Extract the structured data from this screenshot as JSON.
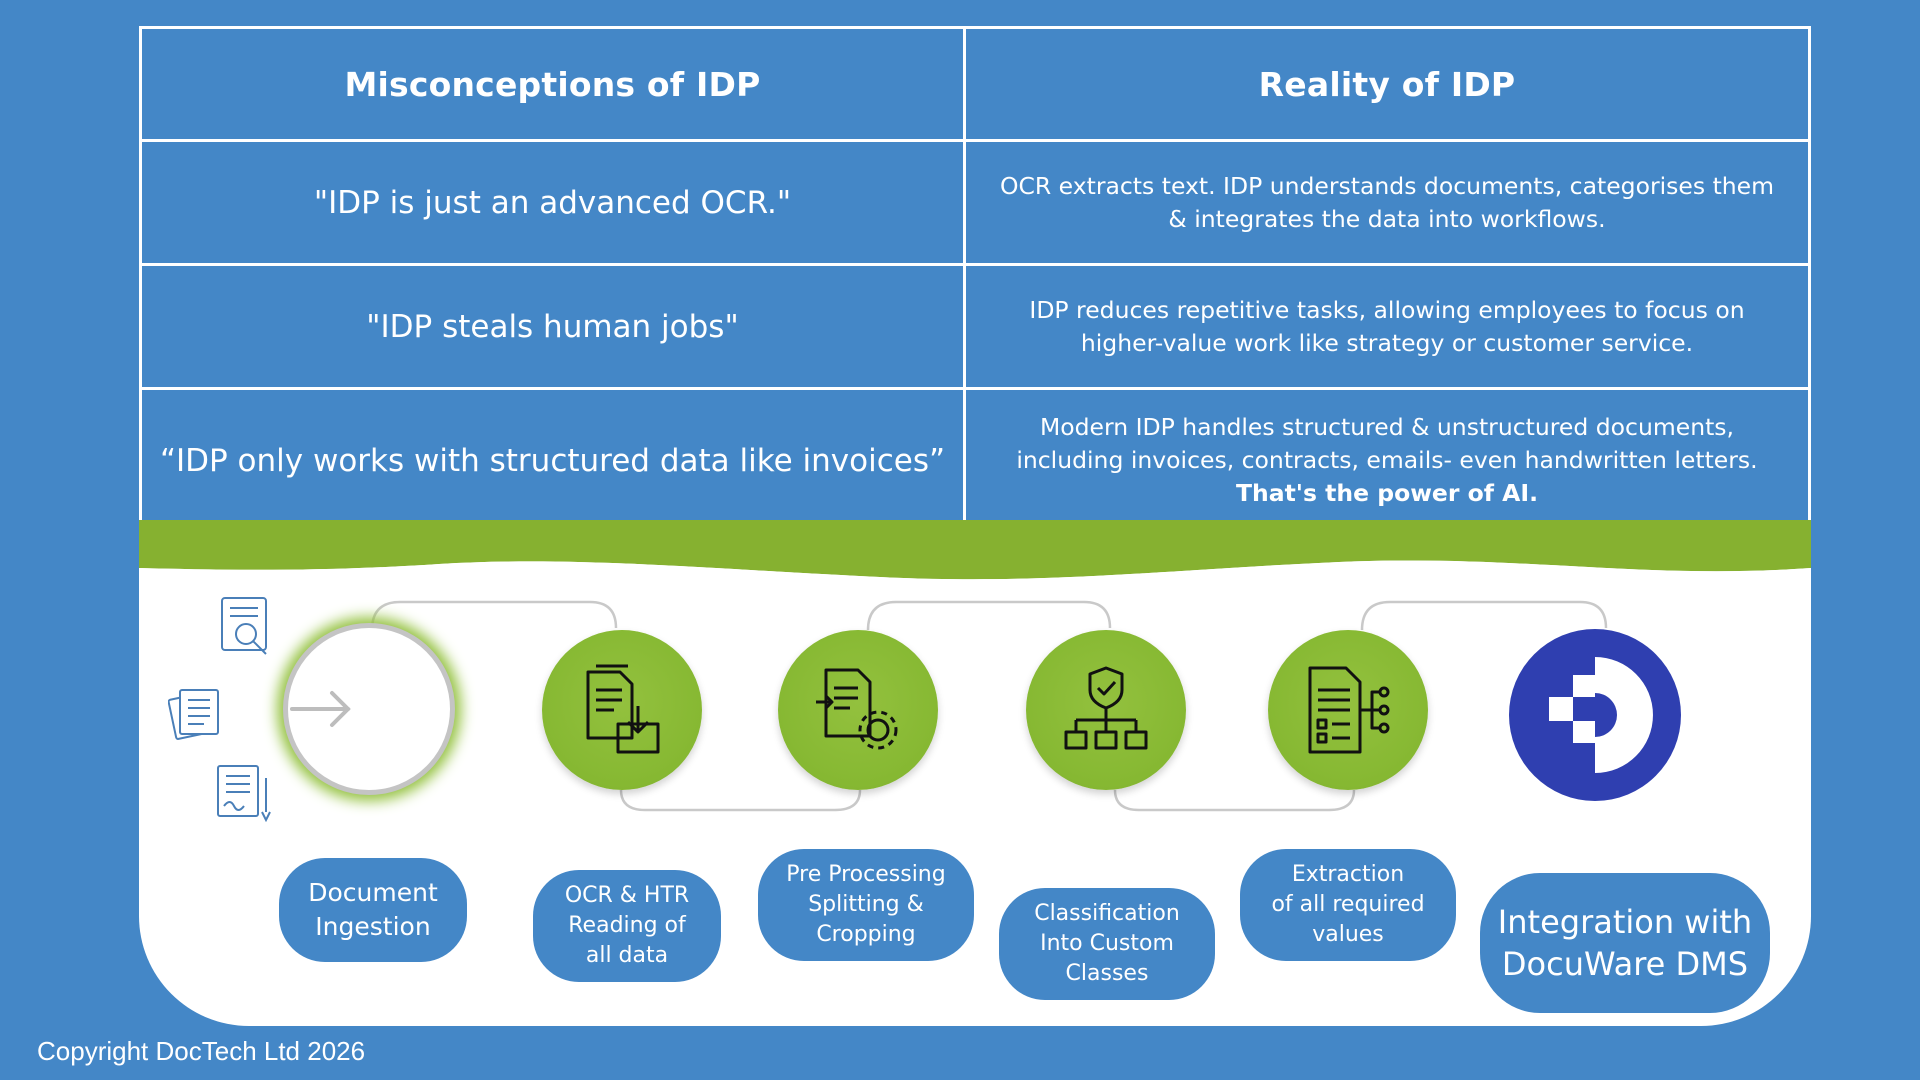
{
  "colors": {
    "background": "#4487c7",
    "accent_green": "#86b832",
    "panel": "#ffffff",
    "docuware_blue": "#2f3fb0"
  },
  "table": {
    "headers": [
      "Misconceptions of IDP",
      "Reality of IDP"
    ],
    "rows": [
      {
        "misconception": "\"IDP is just an advanced OCR.\"",
        "reality": "OCR extracts text. IDP understands documents, categorises them & integrates the data into workflows."
      },
      {
        "misconception": "\"IDP steals human jobs\"",
        "reality": "IDP reduces repetitive tasks, allowing employees to focus on higher-value work like strategy or customer service."
      },
      {
        "misconception": "“IDP only works with structured data like invoices”",
        "reality": "Modern IDP handles structured & unstructured documents, including invoices, contracts, emails- even handwritten letters.",
        "reality_emphasis": "That's the power of AI."
      }
    ]
  },
  "process": {
    "steps": [
      {
        "label": "Document\nIngestion",
        "icon": "arrow-in-circle-icon"
      },
      {
        "label": "OCR & HTR\nReading of\nall data",
        "icon": "document-download-icon"
      },
      {
        "label": "Pre Processing\nSplitting &\nCropping",
        "icon": "document-gear-icon"
      },
      {
        "label": "Classification\nInto Custom\nClasses",
        "icon": "shield-hierarchy-icon"
      },
      {
        "label": "Extraction\nof all required\nvalues",
        "icon": "document-extract-icon"
      },
      {
        "label": "Integration with\nDocuWare DMS",
        "icon": "docuware-logo-icon"
      }
    ]
  },
  "footer": {
    "copyright": "Copyright DocTech Ltd 2026"
  }
}
